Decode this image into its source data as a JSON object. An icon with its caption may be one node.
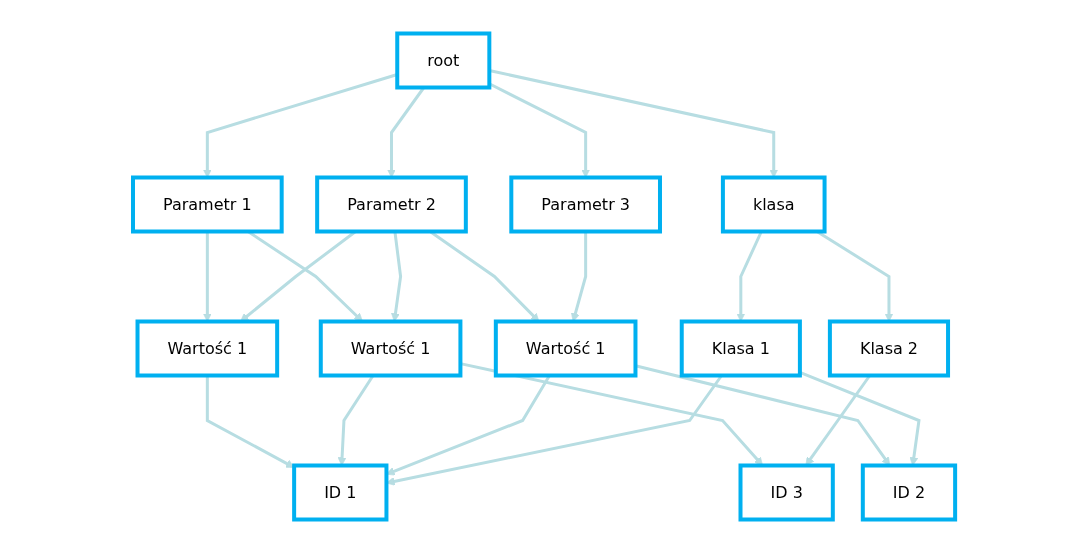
{
  "diagram": {
    "nodes": [
      {
        "text": [
          "root"
        ]
      },
      {
        "text": [
          "Parametr 1"
        ]
      },
      {
        "text": [
          "Parametr 2"
        ]
      },
      {
        "text": [
          "Parametr 3"
        ]
      },
      {
        "text": [
          "klasa"
        ]
      },
      {
        "text": [
          "Wartość 1"
        ]
      },
      {
        "text": [
          "Wartość 1"
        ]
      },
      {
        "text": [
          "Wartość 1"
        ]
      },
      {
        "text": [
          "Klasa 1"
        ]
      },
      {
        "text": [
          "Klasa 2"
        ]
      },
      {
        "text": [
          "ID 1"
        ]
      },
      {
        "text": [
          "ID 2"
        ]
      },
      {
        "text": [
          "ID 3"
        ]
      }
    ],
    "edges": [
      {
        "from": 0,
        "to": 1,
        "arrow": "to"
      },
      {
        "from": 0,
        "to": 2,
        "arrow": "to"
      },
      {
        "from": 0,
        "to": 3,
        "arrow": "to"
      },
      {
        "from": 0,
        "to": 4,
        "arrow": "to"
      },
      {
        "from": 1,
        "to": 5,
        "arrow": "to"
      },
      {
        "from": 1,
        "to": 6,
        "arrow": "to"
      },
      {
        "from": 2,
        "to": 5,
        "arrow": "to"
      },
      {
        "from": 2,
        "to": 6,
        "arrow": "to"
      },
      {
        "from": 2,
        "to": 7,
        "arrow": "to"
      },
      {
        "from": 3,
        "to": 7,
        "arrow": "to"
      },
      {
        "from": 4,
        "to": 8,
        "arrow": "to"
      },
      {
        "from": 4,
        "to": 9,
        "arrow": "to"
      },
      {
        "from": 5,
        "to": 10,
        "arrow": "to"
      },
      {
        "from": 6,
        "to": 10,
        "arrow": "to"
      },
      {
        "from": 6,
        "to": 12,
        "arrow": "to"
      },
      {
        "from": 7,
        "to": 10,
        "arrow": "to"
      },
      {
        "from": 7,
        "to": 11,
        "arrow": "to"
      },
      {
        "from": 8,
        "to": 10,
        "arrow": "to"
      },
      {
        "from": 8,
        "to": 11,
        "arrow": "to"
      },
      {
        "from": 9,
        "to": 12,
        "arrow": "to"
      }
    ]
  }
}
